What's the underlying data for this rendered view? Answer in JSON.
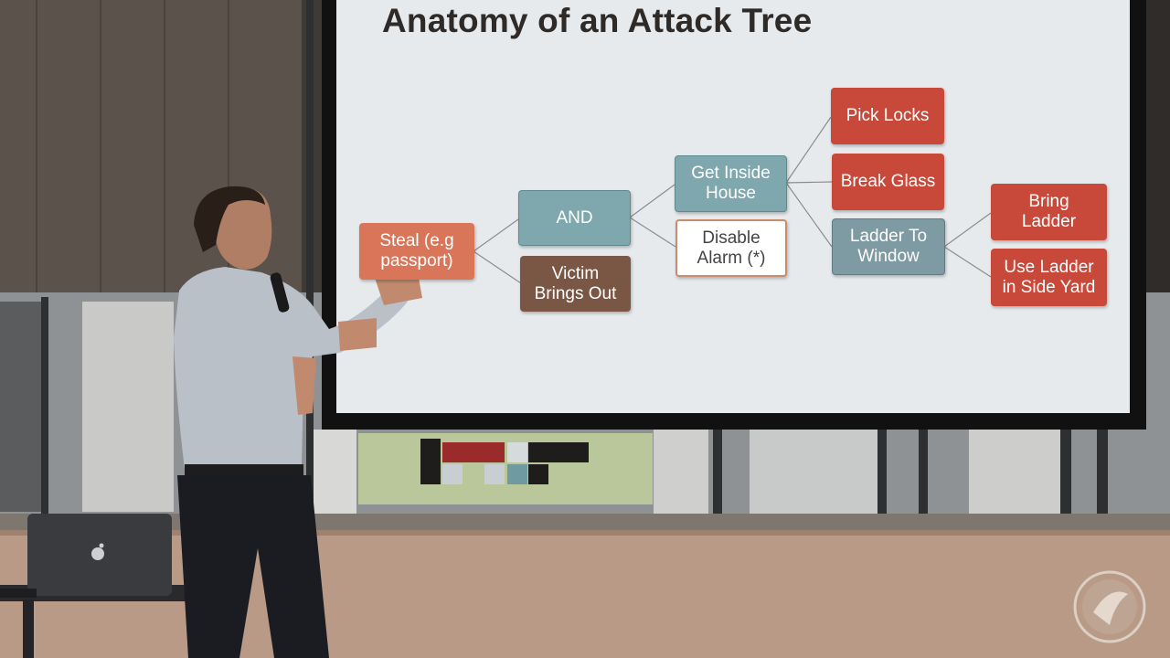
{
  "slide": {
    "title": "Anatomy of an Attack Tree",
    "nodes": {
      "steal": "Steal (e.g\npassport)",
      "and": "AND",
      "victim": "Victim\nBrings Out",
      "get_inside": "Get Inside\nHouse",
      "disable_alarm": "Disable\nAlarm (*)",
      "pick_locks": "Pick Locks",
      "break_glass": "Break Glass",
      "ladder_window": "Ladder To\nWindow",
      "bring_ladder": "Bring\nLadder",
      "use_ladder": "Use Ladder\nin Side Yard"
    }
  },
  "colors": {
    "attack_node": "#c8493a",
    "root_node": "#d9765a",
    "group_node": "#7fa8ae",
    "victim_node": "#7a5644"
  },
  "icons": {
    "laptop_logo": "apple-icon",
    "corner_logo": "wasp-logo-icon"
  }
}
